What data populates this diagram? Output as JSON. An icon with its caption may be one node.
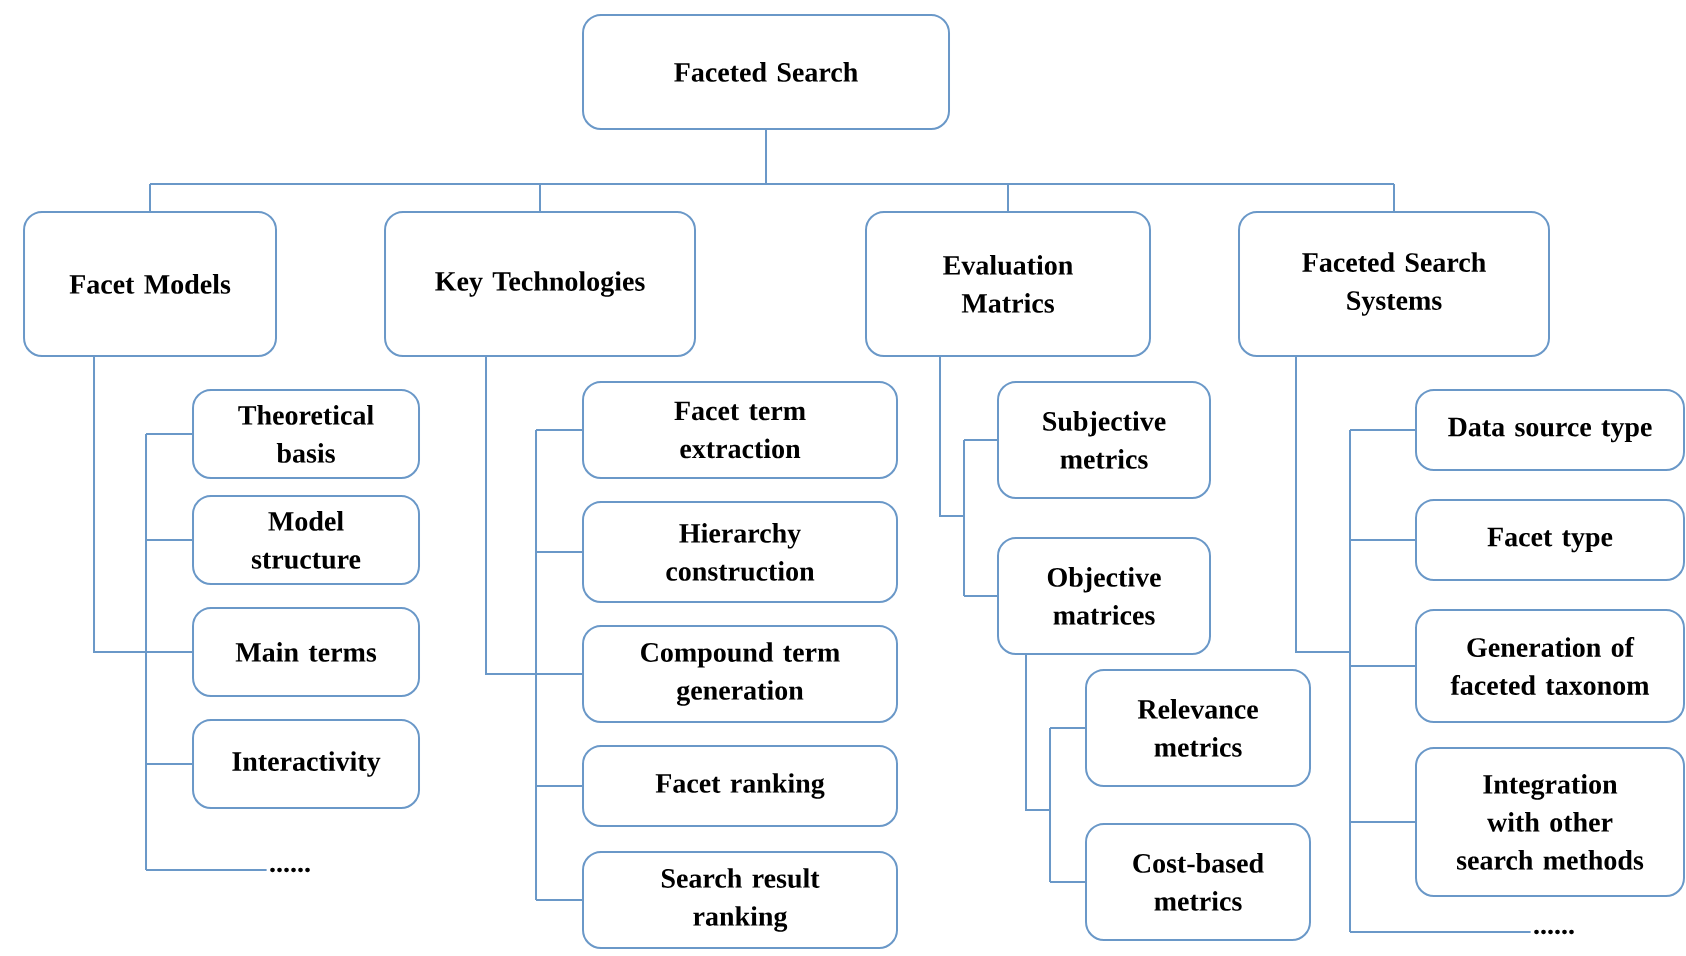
{
  "diagram": {
    "nodes": [
      {
        "text": [
          "Faceted Search"
        ]
      },
      {
        "text": [
          "Facet Models"
        ]
      },
      {
        "text": [
          "Key Technologies"
        ]
      },
      {
        "text": [
          "Evaluation Matrics"
        ]
      },
      {
        "text": [
          "Faceted Search Systems"
        ]
      },
      {
        "text": [
          "Theoretical basis"
        ]
      },
      {
        "text": [
          "Model structure"
        ]
      },
      {
        "text": [
          "Main terms"
        ]
      },
      {
        "text": [
          "Interactivity"
        ]
      },
      {
        "text": [
          "......"
        ]
      },
      {
        "text": [
          "Facet term extraction"
        ]
      },
      {
        "text": [
          "Hierarchy construction"
        ]
      },
      {
        "text": [
          "Compound term generation"
        ]
      },
      {
        "text": [
          "Facet ranking"
        ]
      },
      {
        "text": [
          "Search result ranking"
        ]
      },
      {
        "text": [
          "Subjective metrics"
        ]
      },
      {
        "text": [
          "Objective matrices"
        ]
      },
      {
        "text": [
          "Relevance metrics"
        ]
      },
      {
        "text": [
          "Cost-based metrics"
        ]
      },
      {
        "text": [
          "Data source type"
        ]
      },
      {
        "text": [
          "Facet type"
        ]
      },
      {
        "text": [
          "Generation of faceted taxonom"
        ]
      },
      {
        "text": [
          "Integration with other search methods"
        ]
      },
      {
        "text": [
          "......"
        ]
      }
    ],
    "edges": [
      {
        "from": 0,
        "to": 1,
        "arrow": "none"
      },
      {
        "from": 0,
        "to": 2,
        "arrow": "none"
      },
      {
        "from": 0,
        "to": 3,
        "arrow": "none"
      },
      {
        "from": 0,
        "to": 4,
        "arrow": "none"
      },
      {
        "from": 1,
        "to": 5,
        "arrow": "none"
      },
      {
        "from": 1,
        "to": 6,
        "arrow": "none"
      },
      {
        "from": 1,
        "to": 7,
        "arrow": "none"
      },
      {
        "from": 1,
        "to": 8,
        "arrow": "none"
      },
      {
        "from": 1,
        "to": 9,
        "arrow": "none"
      },
      {
        "from": 2,
        "to": 10,
        "arrow": "none"
      },
      {
        "from": 2,
        "to": 11,
        "arrow": "none"
      },
      {
        "from": 2,
        "to": 12,
        "arrow": "none"
      },
      {
        "from": 2,
        "to": 13,
        "arrow": "none"
      },
      {
        "from": 2,
        "to": 14,
        "arrow": "none"
      },
      {
        "from": 3,
        "to": 15,
        "arrow": "none"
      },
      {
        "from": 3,
        "to": 16,
        "arrow": "none"
      },
      {
        "from": 16,
        "to": 17,
        "arrow": "none"
      },
      {
        "from": 16,
        "to": 18,
        "arrow": "none"
      },
      {
        "from": 4,
        "to": 19,
        "arrow": "none"
      },
      {
        "from": 4,
        "to": 20,
        "arrow": "none"
      },
      {
        "from": 4,
        "to": 21,
        "arrow": "none"
      },
      {
        "from": 4,
        "to": 22,
        "arrow": "none"
      },
      {
        "from": 4,
        "to": 23,
        "arrow": "none"
      }
    ]
  }
}
